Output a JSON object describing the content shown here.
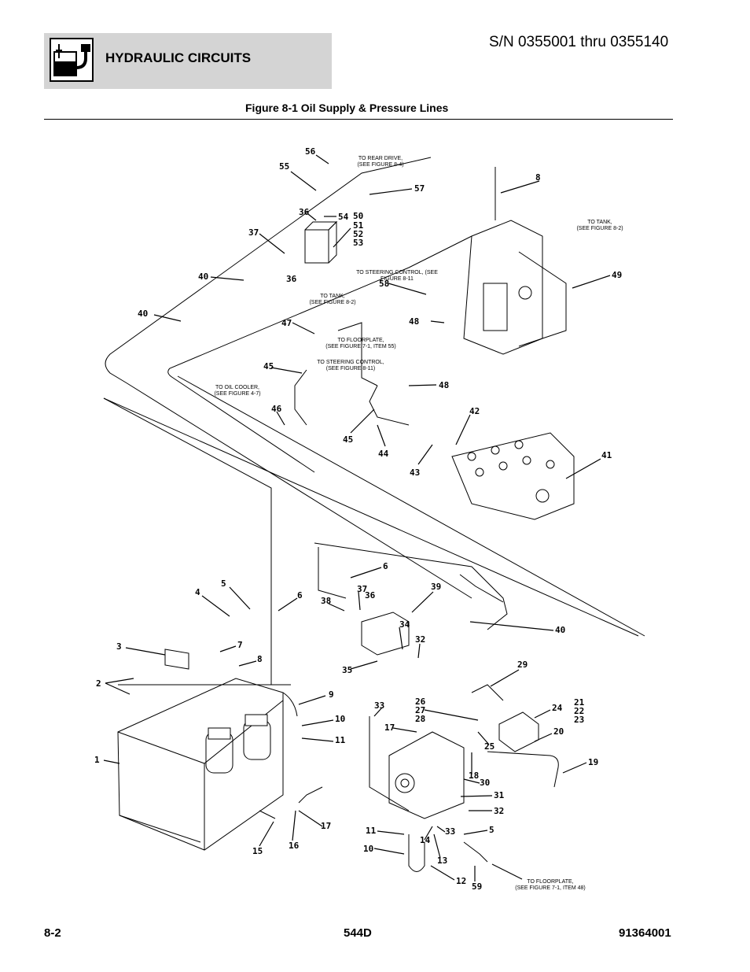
{
  "header": {
    "section_title": "HYDRAULIC CIRCUITS",
    "serial_range": "S/N 0355001 thru 0355140",
    "icon": "hydraulic-reservoir-icon"
  },
  "figure": {
    "title": "Figure 8-1 Oil Supply & Pressure Lines"
  },
  "notes": {
    "to_rear_drive_1": "TO REAR DRIVE,",
    "to_rear_drive_2": "(SEE FIGURE 8-4)",
    "to_tank_right_1": "TO TANK,",
    "to_tank_right_2": "(SEE FIGURE 8-2)",
    "to_steering_1a": "TO STEERING CONTROL, (SEE",
    "to_steering_1b": "FIGURE 8-11",
    "to_tank_left_1": "TO TANK,",
    "to_tank_left_2": "(SEE FIGURE 8-2)",
    "to_floorplate_1a": "TO FLOORPLATE,",
    "to_floorplate_1b": "(SEE FIGURE 7-1, ITEM 55)",
    "to_steering_2a": "TO STEERING CONTROL,",
    "to_steering_2b": "(SEE FIGURE 8-11)",
    "to_oil_cooler_1": "TO OIL COOLER,",
    "to_oil_cooler_2": "(SEE FIGURE 4-7)",
    "to_floorplate_2a": "TO FLOORPLATE,",
    "to_floorplate_2b": "(SEE FIGURE 7-1, ITEM 48)"
  },
  "callouts": {
    "c56": "56",
    "c55": "55",
    "c57": "57",
    "c8a": "8",
    "c36a": "36",
    "c54": "54",
    "c50": "50",
    "c51": "51",
    "c52": "52",
    "c53": "53",
    "c37a": "37",
    "c36b": "36",
    "c40a": "40",
    "c40b": "40",
    "c49": "49",
    "c58": "58",
    "c47": "47",
    "c48a": "48",
    "c48b": "48",
    "c45a": "45",
    "c46": "46",
    "c42": "42",
    "c45b": "45",
    "c44": "44",
    "c43": "43",
    "c41": "41",
    "c6a": "6",
    "c39": "39",
    "c4": "4",
    "c5a": "5",
    "c6b": "6",
    "c38": "38",
    "c37b": "37",
    "c36c": "36",
    "c34": "34",
    "c32a": "32",
    "c40c": "40",
    "c3": "3",
    "c7": "7",
    "c8b": "8",
    "c35": "35",
    "c2": "2",
    "c29": "29",
    "c9": "9",
    "c33a": "33",
    "c26": "26",
    "c27": "27",
    "c28": "28",
    "c24": "24",
    "c21": "21",
    "c22": "22",
    "c23": "23",
    "c10a": "10",
    "c17a": "17",
    "c20": "20",
    "c11a": "11",
    "c25": "25",
    "c1": "1",
    "c19": "19",
    "c18": "18",
    "c30": "30",
    "c31": "31",
    "c32b": "32",
    "c17b": "17",
    "c15": "15",
    "c16": "16",
    "c11b": "11",
    "c14": "14",
    "c33b": "33",
    "c5b": "5",
    "c13": "13",
    "c10b": "10",
    "c12": "12",
    "c59": "59"
  },
  "footer": {
    "page": "8-2",
    "model": "544D",
    "part_number": "91364001"
  }
}
